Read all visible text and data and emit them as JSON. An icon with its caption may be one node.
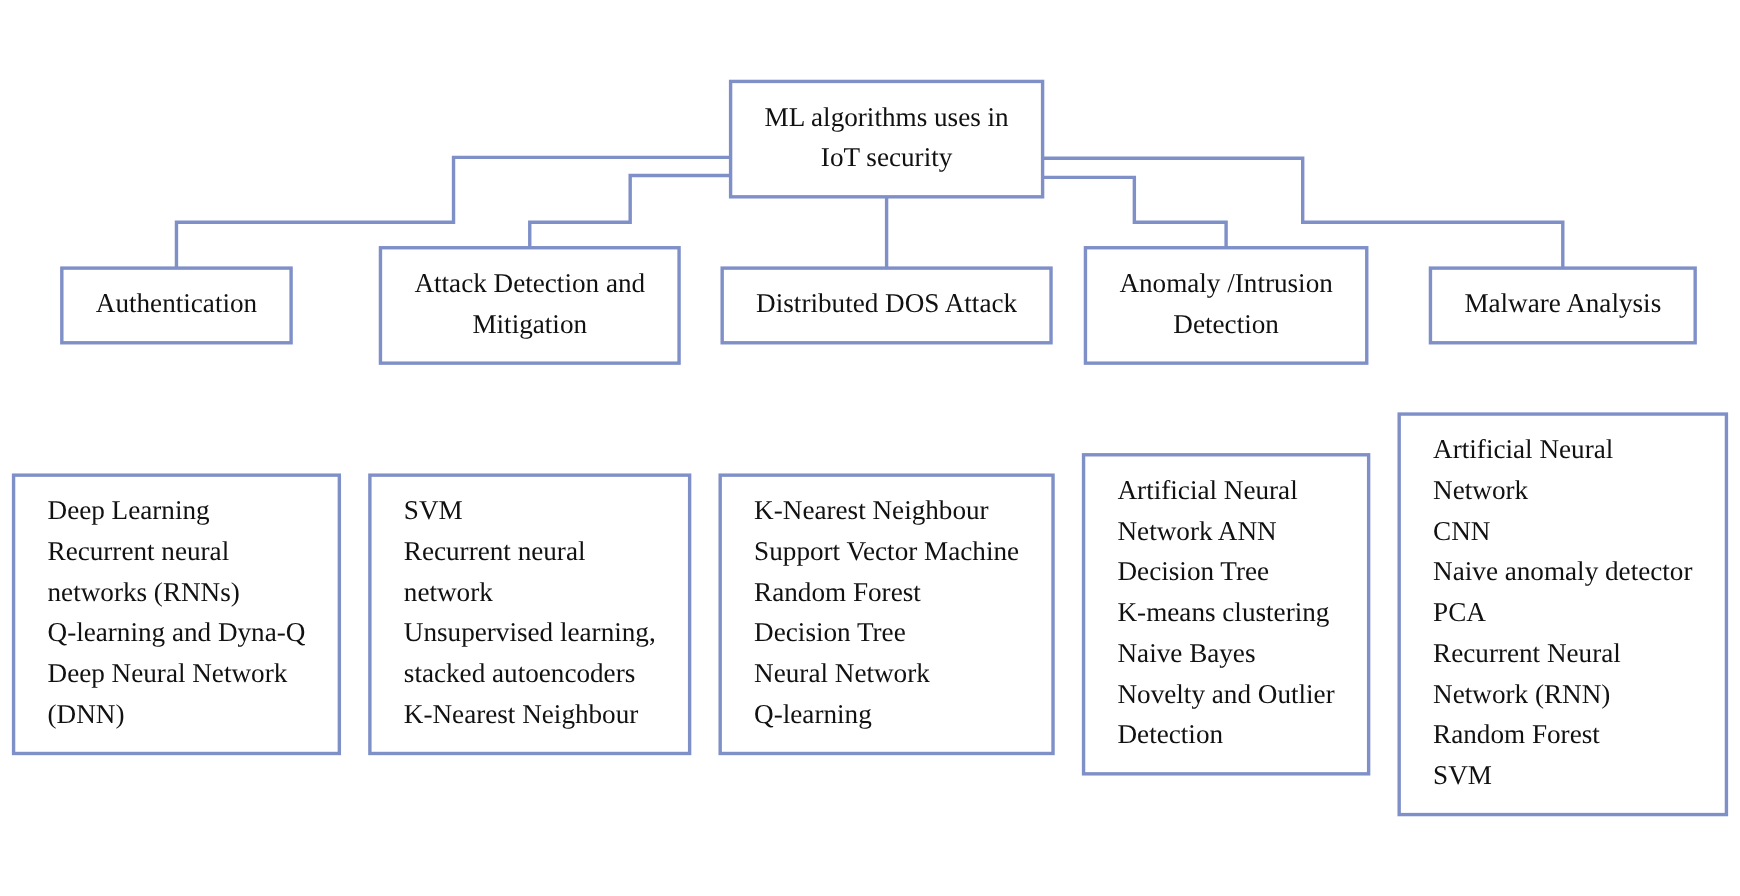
{
  "diagram": {
    "nodes": [
      {
        "text": [
          "ML algorithms uses in IoT security"
        ]
      },
      {
        "text": [
          "Authentication"
        ]
      },
      {
        "text": [
          "Attack Detection and Mitigation"
        ]
      },
      {
        "text": [
          "Distributed DOS Attack"
        ]
      },
      {
        "text": [
          "Anomaly /Intrusion Detection"
        ]
      },
      {
        "text": [
          "Malware Analysis"
        ]
      },
      {
        "text": [
          "Deep Learning",
          "Recurrent neural networks (RNNs)",
          "Q-learning and Dyna-Q",
          "Deep Neural Network (DNN)"
        ]
      },
      {
        "text": [
          "SVM",
          "Recurrent neural network",
          "Unsupervised learning, stacked autoencoders",
          "K-Nearest Neighbour"
        ]
      },
      {
        "text": [
          "K-Nearest Neighbour",
          "Support Vector Machine",
          "Random Forest",
          "Decision Tree",
          "Neural Network",
          "Q-learning"
        ]
      },
      {
        "text": [
          "Artificial Neural Network ANN",
          "Decision Tree",
          "K-means clustering",
          "Naive Bayes",
          "Novelty and Outlier Detection"
        ]
      },
      {
        "text": [
          "Artificial Neural Network",
          "CNN",
          "Naive anomaly detector",
          "PCA",
          "Recurrent Neural Network (RNN)",
          "Random Forest",
          "SVM"
        ]
      }
    ],
    "edges": [
      {
        "from": 0,
        "to": 1,
        "arrow": "none"
      },
      {
        "from": 0,
        "to": 2,
        "arrow": "none"
      },
      {
        "from": 0,
        "to": 3,
        "arrow": "none"
      },
      {
        "from": 0,
        "to": 4,
        "arrow": "none"
      },
      {
        "from": 0,
        "to": 5,
        "arrow": "none"
      }
    ]
  }
}
